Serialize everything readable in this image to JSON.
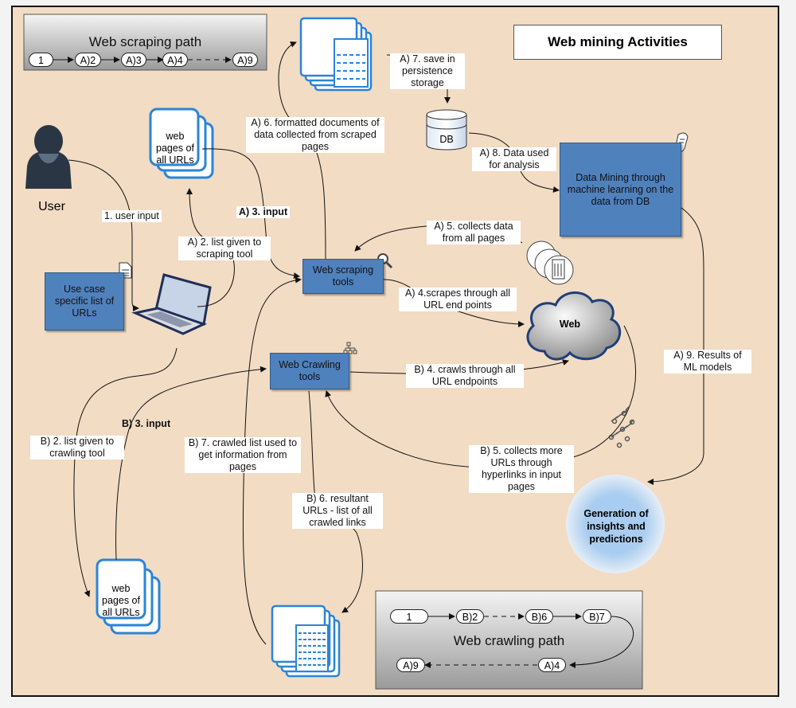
{
  "title": "Web mining Activities",
  "scraping_path": {
    "title": "Web scraping path",
    "nodes": [
      "1",
      "A)2",
      "A)3",
      "A)4",
      "A)9"
    ]
  },
  "crawling_path": {
    "title": "Web crawling path",
    "row1": [
      "1",
      "B)2",
      "B)6",
      "B)7"
    ],
    "row2": [
      "A)9",
      "A)4"
    ]
  },
  "actors": {
    "user": "User"
  },
  "boxes": {
    "use_case": "Use case specific list of URLs",
    "scraping_tools": "Web scraping tools",
    "crawling_tools": "Web Crawling tools",
    "data_mining": "Data Mining through machine learning on the data from DB",
    "db": "DB",
    "web": "Web",
    "insights": "Generation of insights and predictions"
  },
  "page_stacks": {
    "top": "web pages of all URLs",
    "bottom": "web pages of all URLs"
  },
  "labels": {
    "user_input": "1. user input",
    "a2": "A) 2. list given to scraping tool",
    "a3": "A) 3. input",
    "a4": "A) 4.scrapes through all URL end points",
    "a5": "A) 5. collects data from all pages",
    "a6": "A) 6. formatted documents of data collected from scraped pages",
    "a7": "A) 7. save in persistence storage",
    "a8": "A) 8. Data used for analysis",
    "a9": "A) 9. Results of ML models",
    "b2": "B) 2. list given to crawling tool",
    "b3": "B) 3. input",
    "b4": "B) 4. crawls through all URL endpoints",
    "b5": "B) 5. collects more URLs through hyperlinks in input pages",
    "b6": "B) 6. resultant URLs - list of all crawled links",
    "b7": "B) 7. crawled list used to get information from pages"
  },
  "colors": {
    "background": "#f2dcc4",
    "box_blue": "#4f81bd",
    "insights_blue": "#9cc3ea"
  }
}
